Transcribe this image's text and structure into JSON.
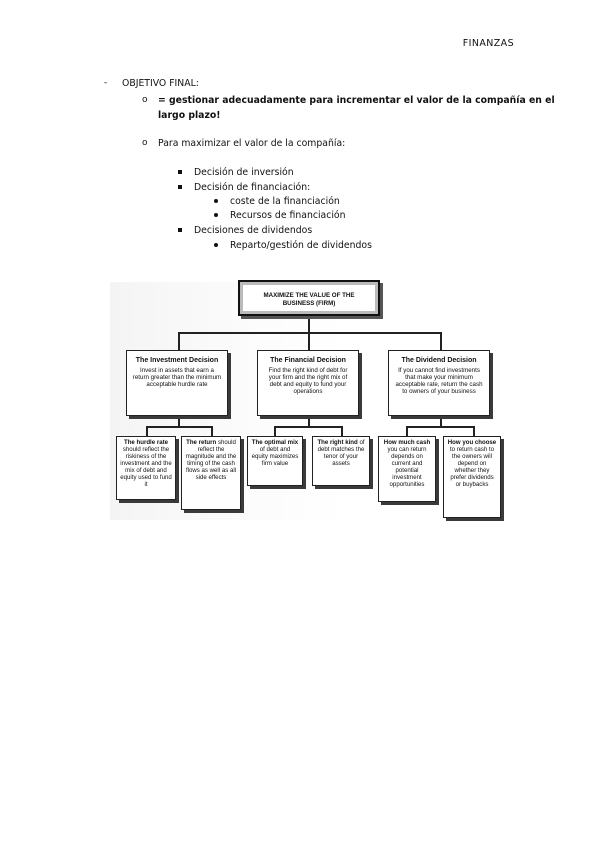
{
  "header": {
    "title": "FINANZAS"
  },
  "outline": {
    "dash": "-",
    "heading": "OBJETIVO FINAL:",
    "sub1_marker": "o",
    "sub1_line1": "= gestionar adecuadamente para incrementar el valor de la compañía en el",
    "sub1_line2": "largo plazo!",
    "sub2_marker": "o",
    "sub2": "Para maximizar el valor de la compañía:",
    "items": {
      "inversion": "Decisión de inversión",
      "financiacion": "Decisión de financiación:",
      "coste": "coste de la financiación",
      "recursos": "Recursos de financiación",
      "dividendos": "Decisiones de dividendos",
      "reparto": "Reparto/gestión de dividendos"
    }
  },
  "diagram": {
    "top": {
      "line1": "MAXIMIZE THE VALUE OF THE",
      "line2": "BUSINESS (FIRM)"
    },
    "investment": {
      "title": "The Investment Decision",
      "desc": "Invest in assets that earn a return greater than the minimum acceptable hurdle rate",
      "leaf1": {
        "bold": "The hurdle rate",
        "rest": "should reflect the riskiness of the investment and the mix of debt and equity used to fund it"
      },
      "leaf2": {
        "bold": "The return",
        "rest": "should reflect the magnitude and the timing of the cash flows as well as all side effects"
      }
    },
    "financial": {
      "title": "The Financial Decision",
      "desc": "Find the right kind of debt for your firm and the right mix of debt and equity to fund your operations",
      "leaf1": {
        "bold": "The optimal mix",
        "rest": "of debt and equity maximizes firm value"
      },
      "leaf2": {
        "bold": "The right kind",
        "rest": "of debt matches the tenor of your assets"
      }
    },
    "dividend": {
      "title": "The Dividend Decision",
      "desc": "If you cannot find investments that make your minimum acceptable rate, return the cash to owners of your business",
      "leaf1": {
        "bold": "How much cash",
        "rest": "you can return depends on current and potential investment opportunities"
      },
      "leaf2": {
        "bold": "How you choose",
        "rest": "to return cash to the owners will depend on whether they prefer dividends or buybacks"
      }
    }
  }
}
